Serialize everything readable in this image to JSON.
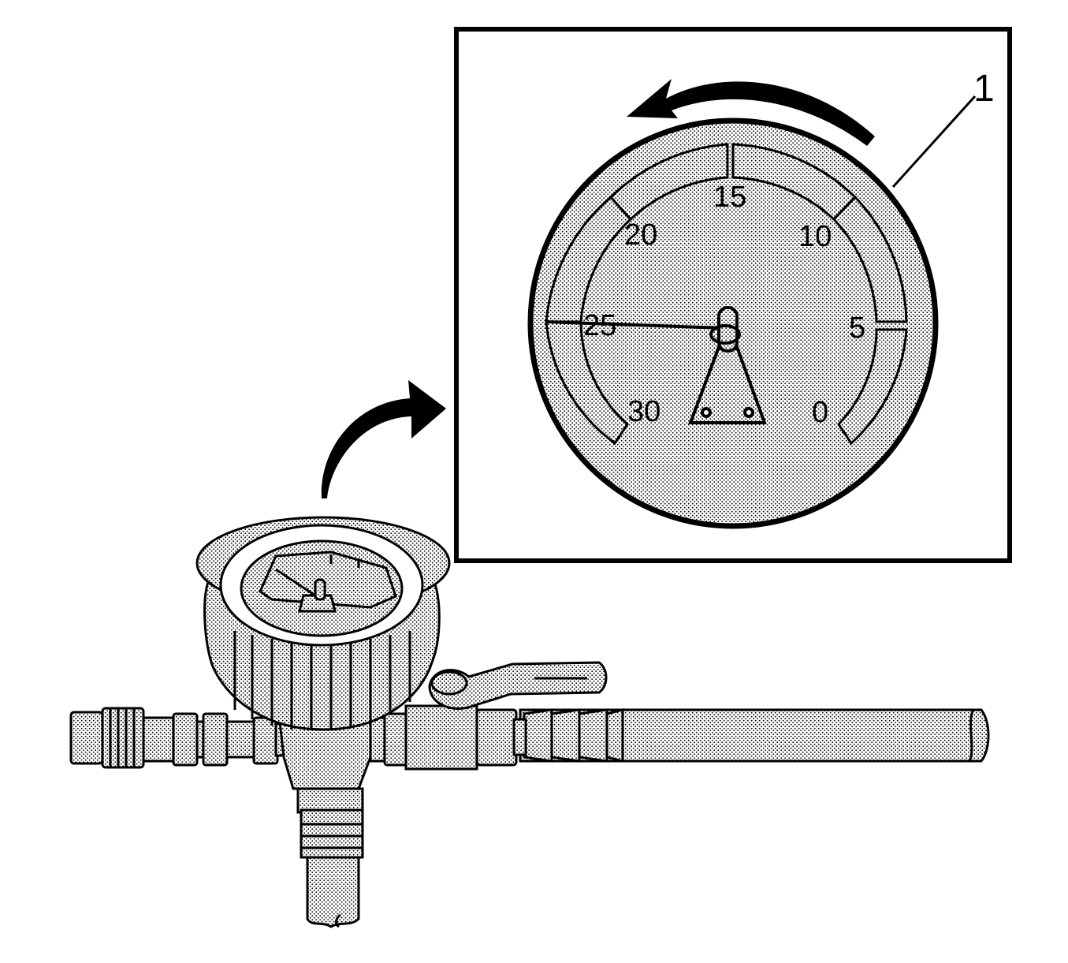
{
  "callout": {
    "number": "1"
  },
  "gauge": {
    "scale_labels": [
      "0",
      "5",
      "10",
      "15",
      "20",
      "25",
      "30"
    ]
  },
  "colors": {
    "ink": "#000000",
    "fill": "#c8c8c8",
    "paper": "#ffffff"
  }
}
